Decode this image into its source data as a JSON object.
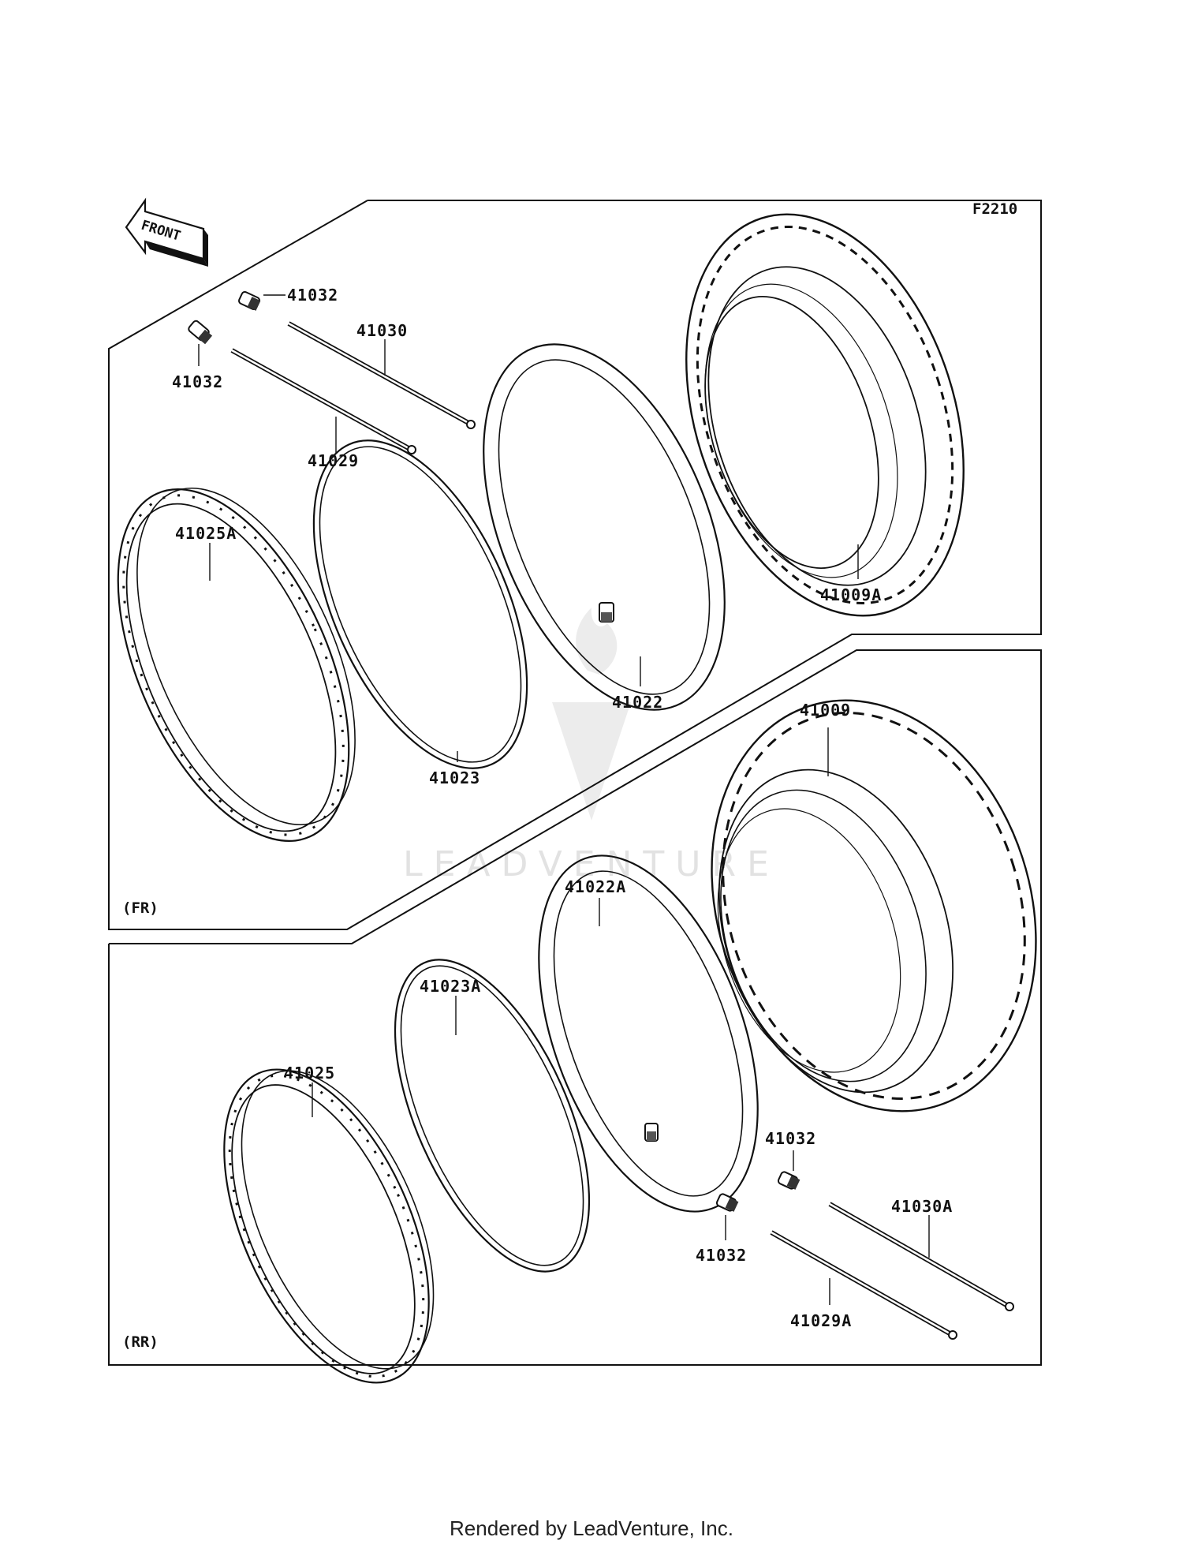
{
  "figure_code": "F2210",
  "front_label": "FRONT",
  "sections": {
    "front": "(FR)",
    "rear": "(RR)"
  },
  "parts": {
    "valve_fr_1": "41032",
    "valve_fr_2": "41032",
    "spoke_outer_fr": "41030",
    "spoke_inner_fr": "41029",
    "rim_fr": "41025A",
    "rim_band_fr": "41023",
    "tube_fr": "41022",
    "tire_fr": "41009A",
    "tire_rr": "41009",
    "tube_rr": "41022A",
    "rim_band_rr": "41023A",
    "rim_rr": "41025",
    "valve_rr_1": "41032",
    "valve_rr_2": "41032",
    "spoke_outer_rr": "41030A",
    "spoke_inner_rr": "41029A"
  },
  "watermark": "LEADVENTURE",
  "footer": "Rendered by LeadVenture, Inc."
}
